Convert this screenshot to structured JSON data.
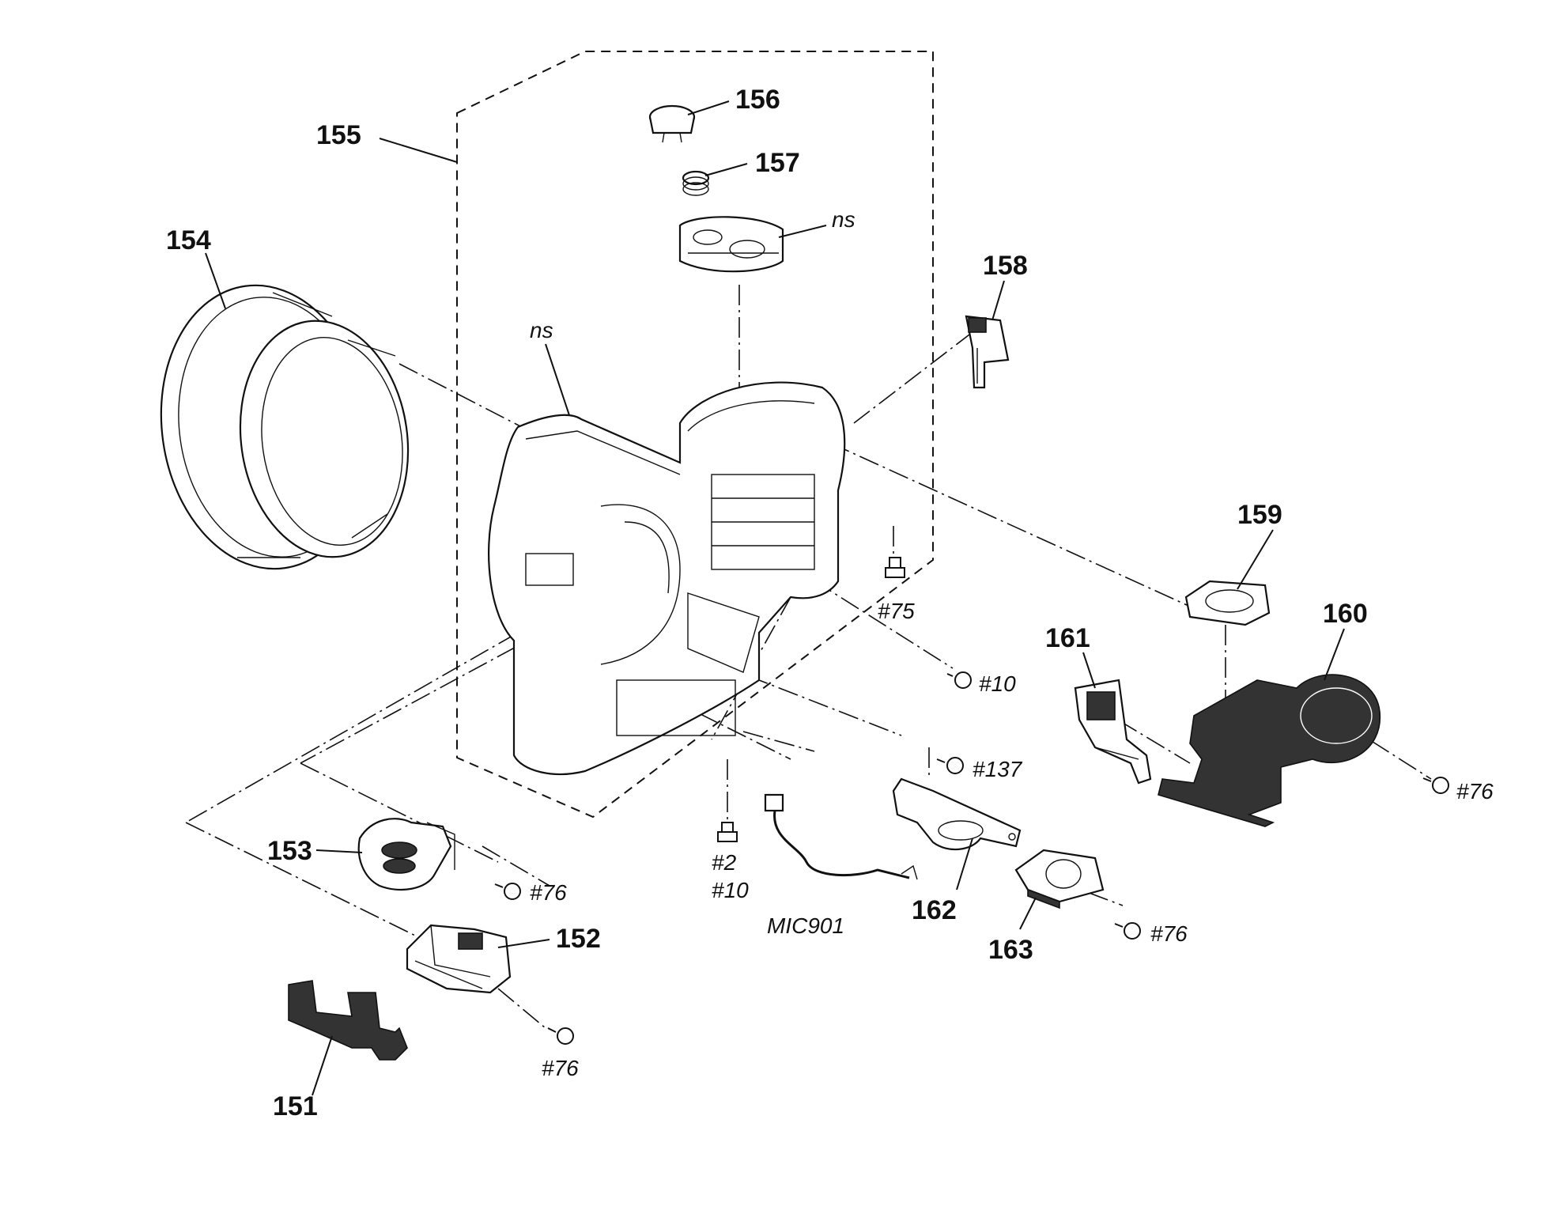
{
  "labels": {
    "l151": "151",
    "l152": "152",
    "l153": "153",
    "l154": "154",
    "l155": "155",
    "l156": "156",
    "l157": "157",
    "l158": "158",
    "l159": "159",
    "l160": "160",
    "l161": "161",
    "l162": "162",
    "l163": "163",
    "ns_top": "ns",
    "ns_body": "ns",
    "s75": "#75",
    "s10_right": "#10",
    "s137": "#137",
    "s76_right": "#76",
    "s2": "#2",
    "s10_bottom": "#10",
    "mic901": "MIC901",
    "s76_153": "#76",
    "s76_163": "#76",
    "s76_152": "#76"
  }
}
